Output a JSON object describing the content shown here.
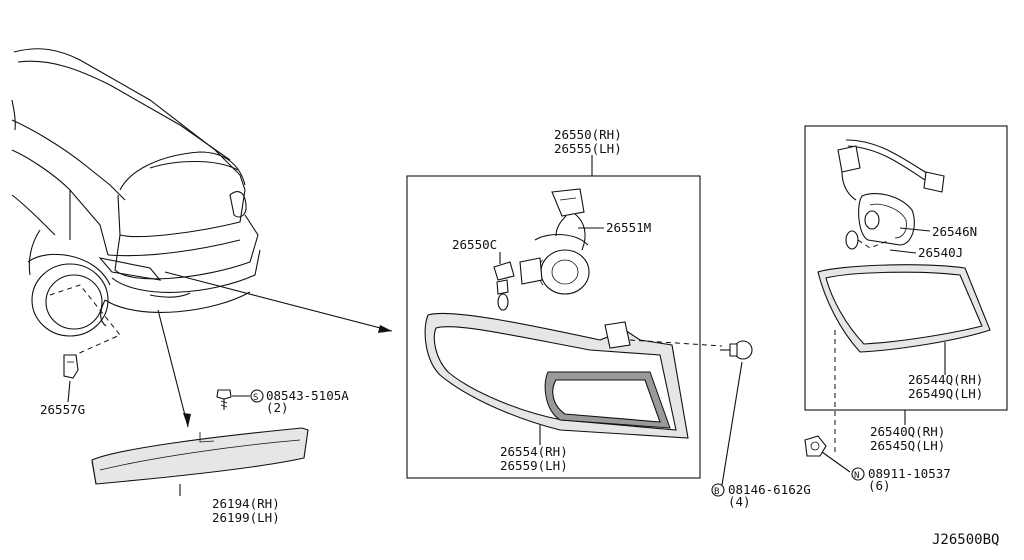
{
  "diagram_code": "J26500BQ",
  "parts": {
    "p26557G": "26557G",
    "p08543": "08543-5105A",
    "p08543_qty": "(2)",
    "p08543_prefix": "S",
    "p26194": "26194(RH)",
    "p26199": "26199(LH)",
    "p26550": "26550(RH)",
    "p26555": "26555(LH)",
    "p26551M": "26551M",
    "p26550C": "26550C",
    "p26554": "26554(RH)",
    "p26559": "26559(LH)",
    "p08146": "08146-6162G",
    "p08146_qty": "(4)",
    "p08146_prefix": "B",
    "p26546N": "26546N",
    "p26540J": "26540J",
    "p26544Q": "26544Q(RH)",
    "p26549Q": "26549Q(LH)",
    "p26540Q": "26540Q(RH)",
    "p26545Q": "26545Q(LH)",
    "p08911": "08911-10537",
    "p08911_qty": "(6)",
    "p08911_prefix": "N"
  }
}
